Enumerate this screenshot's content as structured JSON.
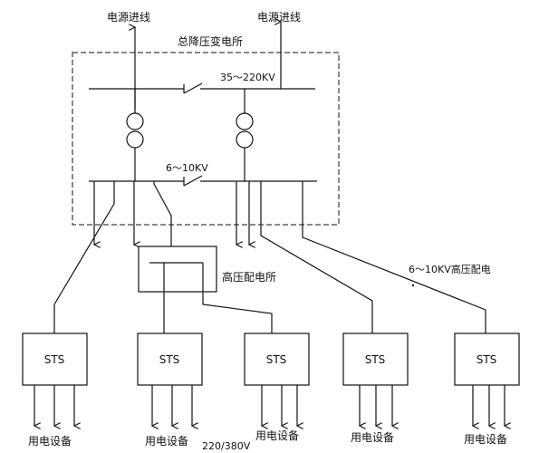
{
  "labels": {
    "incoming_left": "电源进线",
    "incoming_right": "电源进线",
    "main_substation": "总降压变电所",
    "hv_voltage": "35～220KV",
    "mv_voltage": "6～10KV",
    "hv_distribution": "高压配电所",
    "mv_line": "6～10KV高压配电",
    "lv_voltage": "220/380V"
  },
  "sts_units": [
    {
      "label": "STS",
      "load": "用电设备"
    },
    {
      "label": "STS",
      "load": "用电设备"
    },
    {
      "label": "STS",
      "load": "用电设备"
    },
    {
      "label": "STS",
      "load": "用电设备"
    },
    {
      "label": "STS",
      "load": "用电设备"
    }
  ],
  "icons": [
    "transformer-icon",
    "breaker-switch-icon",
    "arrow-down-icon"
  ]
}
